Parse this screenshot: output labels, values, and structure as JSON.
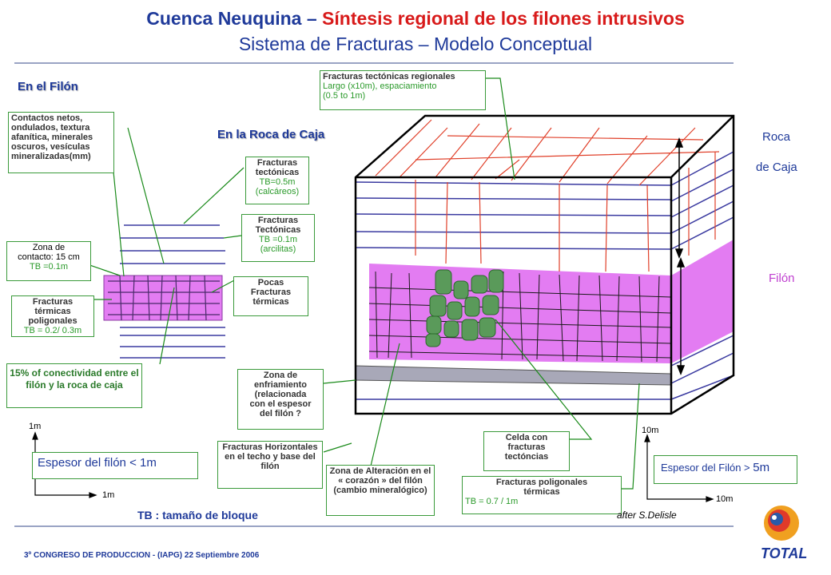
{
  "title": {
    "part1": "Cuenca Neuquina – ",
    "part2": "Síntesis regional de los filones intrusivos"
  },
  "subtitle": "Sistema de Fracturas – Modelo Conceptual",
  "sections": {
    "filon": "En el Filón",
    "roca": "En la Roca de Caja"
  },
  "boxes": {
    "contactos": "Contactos netos, ondulados, textura afanítica, minerales oscuros, vesículas mineralizadas(mm)",
    "zona_contacto": {
      "line1": "Zona de",
      "line2": "contacto: 15 cm",
      "line3": "TB =0.1m"
    },
    "termicas_poligonales": {
      "line1": "Fracturas",
      "line2": "térmicas",
      "line3": "poligonales",
      "line4": "TB = 0.2/ 0.3m"
    },
    "conectividad": "15% of conectividad entre el filón y la roca de caja",
    "tect_calc": {
      "line1": "Fracturas",
      "line2": "tectónicas",
      "line3": "TB=0.5m",
      "line4": "(calcáreos)"
    },
    "tect_arc": {
      "line1": "Fracturas",
      "line2": "Tectónicas",
      "line3": "TB =0.1m",
      "line4": "(arcilitas)"
    },
    "pocas": {
      "line1": "Pocas",
      "line2": "Fracturas",
      "line3": "térmicas"
    },
    "regionales": {
      "line1": "Fracturas tectónicas regionales",
      "line2": "Largo (x10m), espaciamiento",
      "line3": "(0.5 to 1m)"
    },
    "enfriamiento": {
      "line1": "Zona de",
      "line2": "enfriamiento",
      "line3": "(relacionada",
      "line4": "con el espesor",
      "line5": "del filón",
      "line6": "?"
    },
    "horizontales": "Fracturas Horizontales en el techo y base del filón",
    "alteracion": "Zona de Alteración en el « corazón » del filón (cambio mineralógico)",
    "celda": {
      "line1": "Celda con",
      "line2": "fracturas",
      "line3": "tectóncias"
    },
    "poligonales_term": {
      "line1": "Fracturas poligonales",
      "line2": "térmicas",
      "line3": "TB = 0.7 / 1m"
    },
    "espesor_left": "Espesor del filón < 1m",
    "espesor_right": {
      "text": "Espesor del Filón > ",
      "value": "5m"
    }
  },
  "scales": {
    "left_v": "1m",
    "left_h": "1m",
    "right_v": "10m",
    "right_h": "10m"
  },
  "labels": {
    "roca1": "Roca",
    "roca2": "de Caja",
    "filon": "Filón",
    "tb": "TB : tamaño de bloque",
    "after": "after S.Delisle"
  },
  "footer": "3º CONGRESO DE PRODUCCION - (IAPG) 22 Septiembre 2006",
  "logo": {
    "text": "TOTAL"
  },
  "colors": {
    "title_blue": "#1f3a9a",
    "title_red": "#d81a1a",
    "magenta": "#e37cf2",
    "green_cell": "#5a9a5a",
    "box_border": "#3a9a3a"
  }
}
